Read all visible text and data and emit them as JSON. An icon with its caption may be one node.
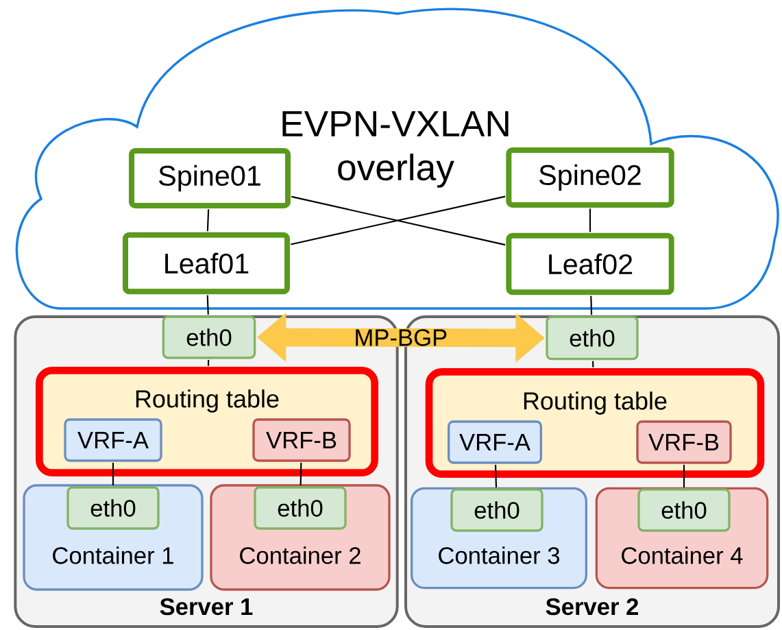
{
  "diagram": {
    "nodes": [
      {
        "text": [
          "EVPN-VXLAN overlay"
        ]
      },
      {
        "text": [
          "Spine01"
        ],
        "in": 0
      },
      {
        "text": [
          "Spine02"
        ],
        "in": 0
      },
      {
        "text": [
          "Leaf01"
        ],
        "in": 0
      },
      {
        "text": [
          "Leaf02"
        ],
        "in": 0
      },
      {
        "text": [
          "Server 1"
        ]
      },
      {
        "text": [
          "eth0"
        ],
        "in": 5
      },
      {
        "text": [
          "Routing table"
        ],
        "in": 5
      },
      {
        "text": [
          "VRF-A"
        ],
        "in": 7
      },
      {
        "text": [
          "VRF-B"
        ],
        "in": 7
      },
      {
        "text": [
          "Container 1"
        ],
        "in": 5
      },
      {
        "text": [
          "eth0"
        ],
        "in": 10
      },
      {
        "text": [
          "Container 2"
        ],
        "in": 5
      },
      {
        "text": [
          "eth0"
        ],
        "in": 12
      },
      {
        "text": [
          "Server 2"
        ]
      },
      {
        "text": [
          "eth0"
        ],
        "in": 14
      },
      {
        "text": [
          "Routing table"
        ],
        "in": 14
      },
      {
        "text": [
          "VRF-A"
        ],
        "in": 16
      },
      {
        "text": [
          "VRF-B"
        ],
        "in": 16
      },
      {
        "text": [
          "Container 3"
        ],
        "in": 14
      },
      {
        "text": [
          "eth0"
        ],
        "in": 19
      },
      {
        "text": [
          "Container 4"
        ],
        "in": 14
      },
      {
        "text": [
          "eth0"
        ],
        "in": 21
      }
    ],
    "edges": [
      {
        "from": 1,
        "to": 3,
        "arrow": "none"
      },
      {
        "from": 1,
        "to": 4,
        "arrow": "none"
      },
      {
        "from": 2,
        "to": 3,
        "arrow": "none"
      },
      {
        "from": 2,
        "to": 4,
        "arrow": "none"
      },
      {
        "from": 3,
        "to": 6,
        "arrow": "none"
      },
      {
        "from": 4,
        "to": 15,
        "arrow": "none"
      },
      {
        "from": 6,
        "to": 7,
        "arrow": "none"
      },
      {
        "from": 15,
        "to": 16,
        "arrow": "none"
      },
      {
        "from": 8,
        "to": 11,
        "arrow": "none"
      },
      {
        "from": 9,
        "to": 13,
        "arrow": "none"
      },
      {
        "from": 17,
        "to": 20,
        "arrow": "none"
      },
      {
        "from": 18,
        "to": 22,
        "arrow": "none"
      },
      {
        "from": 6,
        "to": 15,
        "arrow": "both",
        "label": "MP-BGP",
        "style": "thick",
        "color": "#fdc94b"
      }
    ]
  }
}
